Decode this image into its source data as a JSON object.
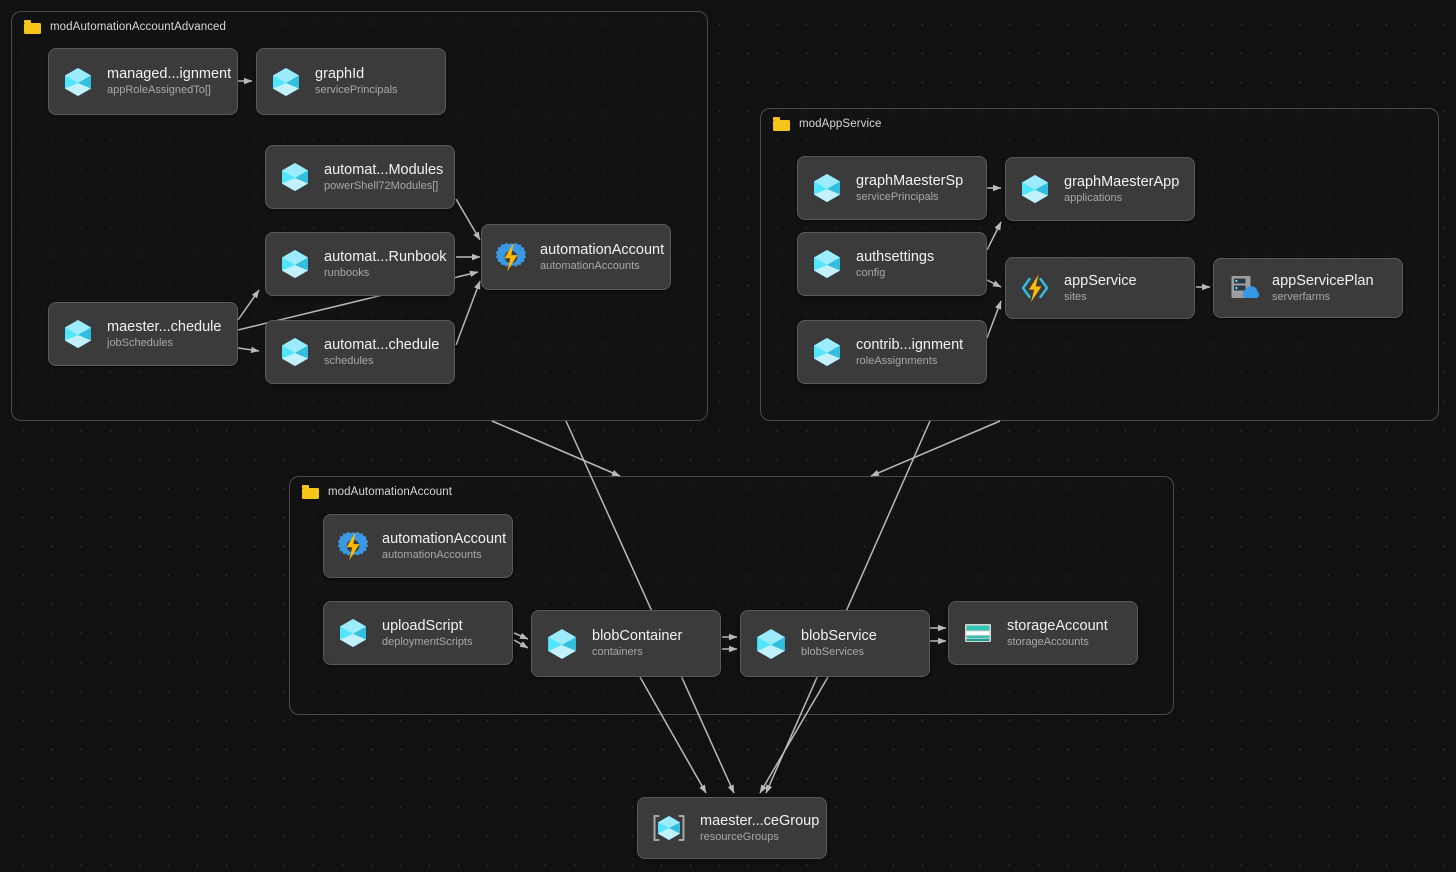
{
  "canvas": {
    "background_color": "#111111",
    "grid_dot_color": "#2e2e2e",
    "edge_color": "#b9b9b9",
    "node_bg_color": "#3b3b3b",
    "node_border_color": "#5a5a5a",
    "group_border_color": "#4a4a4a",
    "folder_color": "#f5c518"
  },
  "groups": [
    {
      "id": "modAutomationAccountAdvanced",
      "label": "modAutomationAccountAdvanced",
      "icon": "folder-icon"
    },
    {
      "id": "modAppService",
      "label": "modAppService",
      "icon": "folder-icon"
    },
    {
      "id": "modAutomationAccount",
      "label": "modAutomationAccount",
      "icon": "folder-icon"
    }
  ],
  "nodes": [
    {
      "id": "managedAssignment",
      "title": "managed...ignment",
      "type": "appRoleAssignedTo[]",
      "icon": "azure-cube-icon"
    },
    {
      "id": "graphId",
      "title": "graphId",
      "type": "servicePrincipals",
      "icon": "azure-cube-icon"
    },
    {
      "id": "automatModules",
      "title": "automat...Modules",
      "type": "powerShell72Modules[]",
      "icon": "azure-cube-icon"
    },
    {
      "id": "automatRunbook",
      "title": "automat...Runbook",
      "type": "runbooks",
      "icon": "azure-cube-icon"
    },
    {
      "id": "maesterSchedule",
      "title": "maester...chedule",
      "type": "jobSchedules",
      "icon": "azure-cube-icon"
    },
    {
      "id": "automatSchedule",
      "title": "automat...chedule",
      "type": "schedules",
      "icon": "azure-cube-icon"
    },
    {
      "id": "automationAccountAdv",
      "title": "automationAccount",
      "type": "automationAccounts",
      "icon": "automation-account-icon"
    },
    {
      "id": "graphMaesterSp",
      "title": "graphMaesterSp",
      "type": "servicePrincipals",
      "icon": "azure-cube-icon"
    },
    {
      "id": "graphMaesterApp",
      "title": "graphMaesterApp",
      "type": "applications",
      "icon": "azure-cube-icon"
    },
    {
      "id": "authsettings",
      "title": "authsettings",
      "type": "config",
      "icon": "azure-cube-icon"
    },
    {
      "id": "appService",
      "title": "appService",
      "type": "sites",
      "icon": "app-service-icon"
    },
    {
      "id": "appServicePlan",
      "title": "appServicePlan",
      "type": "serverfarms",
      "icon": "app-service-plan-icon"
    },
    {
      "id": "contribAssignment",
      "title": "contrib...ignment",
      "type": "roleAssignments",
      "icon": "azure-cube-icon"
    },
    {
      "id": "automationAccount",
      "title": "automationAccount",
      "type": "automationAccounts",
      "icon": "automation-account-icon"
    },
    {
      "id": "uploadScript",
      "title": "uploadScript",
      "type": "deploymentScripts",
      "icon": "azure-cube-icon"
    },
    {
      "id": "blobContainer",
      "title": "blobContainer",
      "type": "containers",
      "icon": "azure-cube-icon"
    },
    {
      "id": "blobService",
      "title": "blobService",
      "type": "blobServices",
      "icon": "azure-cube-icon"
    },
    {
      "id": "storageAccount",
      "title": "storageAccount",
      "type": "storageAccounts",
      "icon": "storage-account-icon"
    },
    {
      "id": "maesterResourceGroup",
      "title": "maester...ceGroup",
      "type": "resourceGroups",
      "icon": "resource-group-icon"
    }
  ]
}
